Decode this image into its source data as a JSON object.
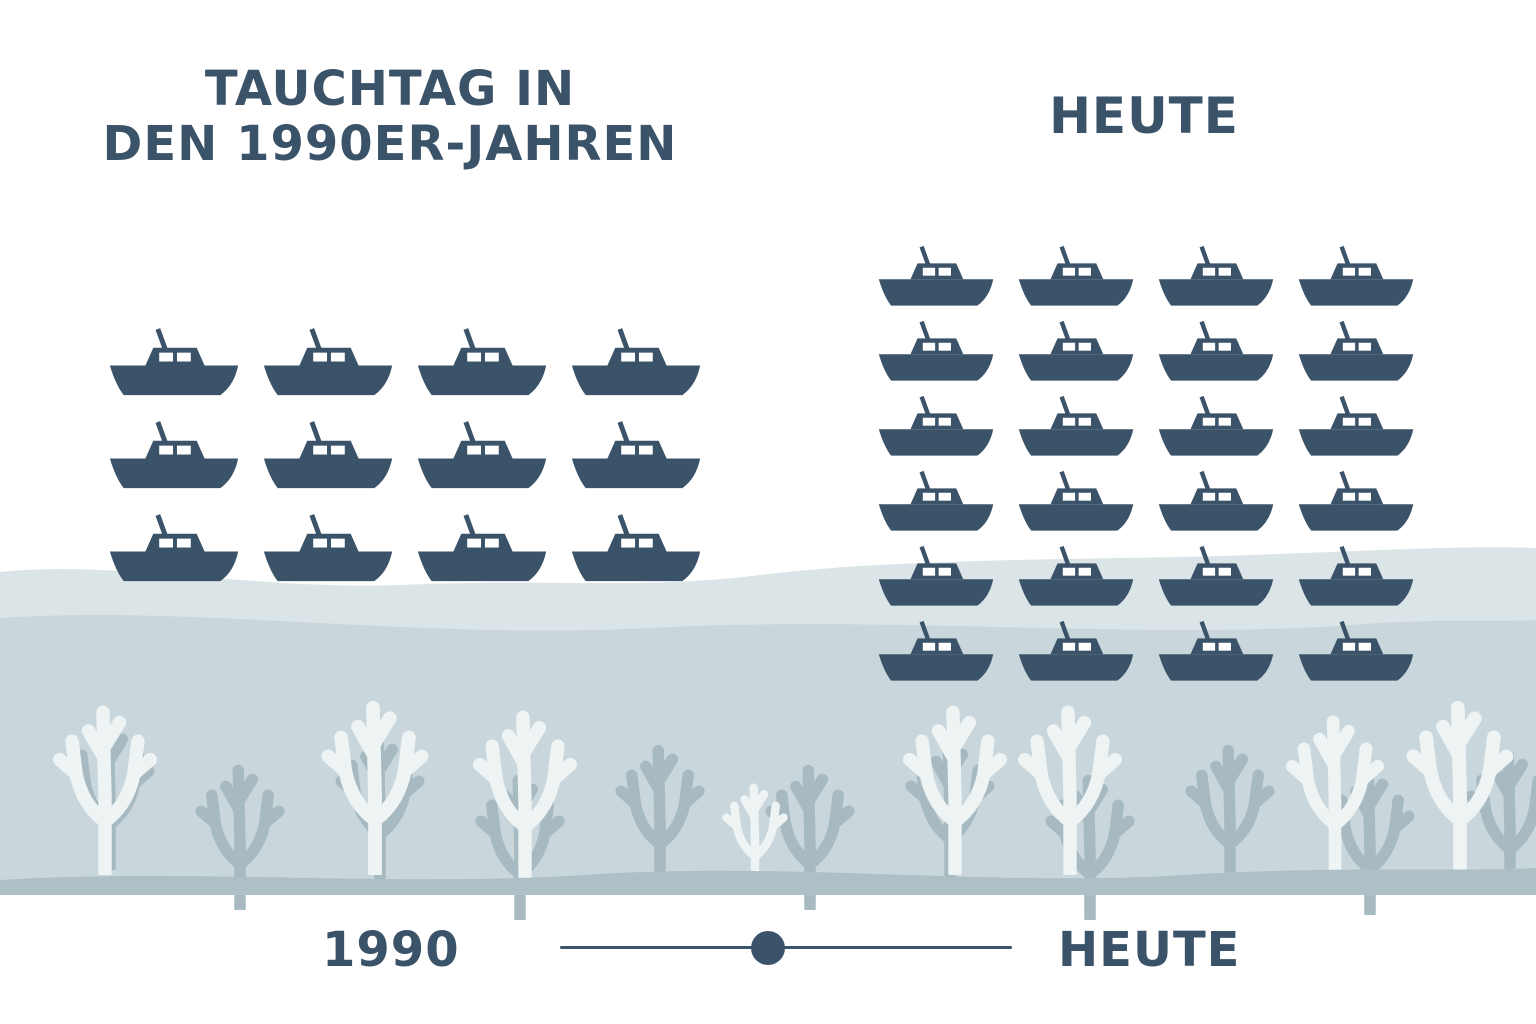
{
  "title_left": {
    "line1": "TAUCHTAG IN",
    "line2": "DEN 1990ER-JAHREN"
  },
  "title_right": "HEUTE",
  "boats": {
    "then": {
      "columns": 4,
      "rows": 3
    },
    "now": {
      "columns": 4,
      "rows": 6
    }
  },
  "timeline": {
    "start_label": "1990",
    "end_label": "HEUTE",
    "position": 0.46
  },
  "colors": {
    "boat": "#3b5369",
    "text": "#3b5369",
    "water_surface": "#dbe5e8",
    "water_deep": "#c9d7dc",
    "coral_light": "#eef3f4",
    "coral_dark": "#a7b9c1",
    "seabed": "#aebfc6"
  }
}
